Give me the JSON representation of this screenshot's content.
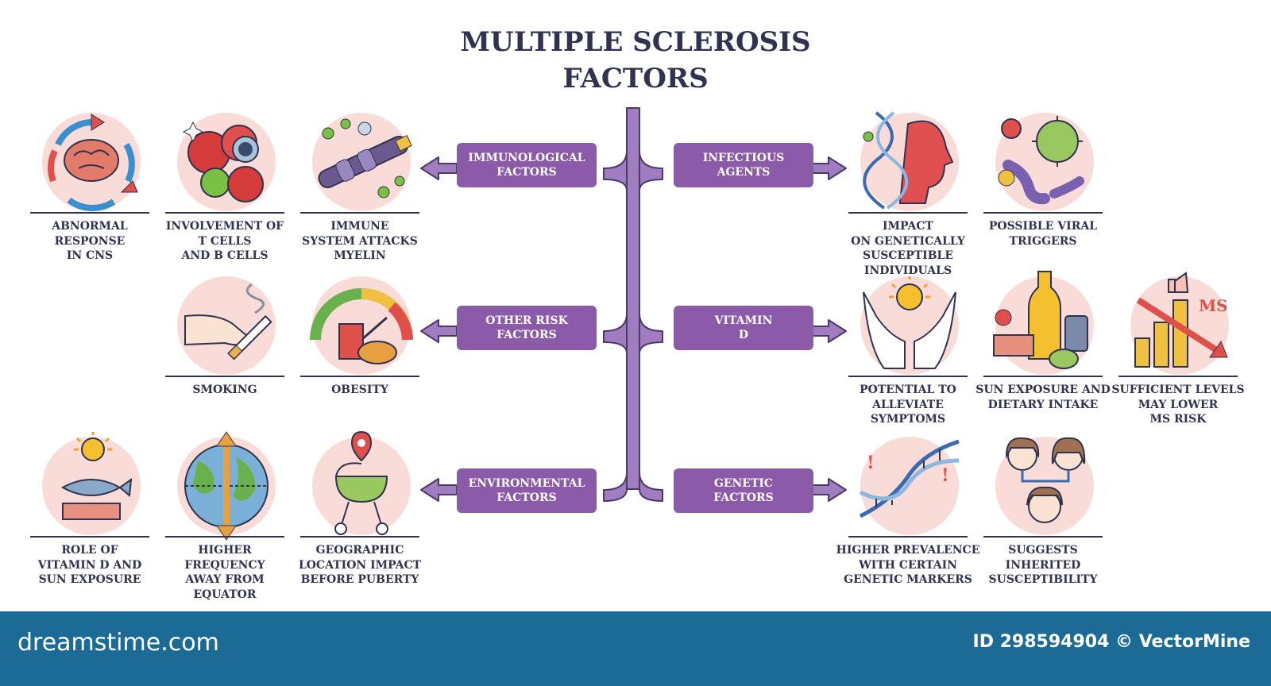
{
  "title": {
    "line1": "MULTIPLE SCLEROSIS",
    "line2": "FACTORS"
  },
  "categories": [
    {
      "key": "immunological",
      "label": "IMMUNOLOGICAL\nFACTORS"
    },
    {
      "key": "other",
      "label": "OTHER RISK\nFACTORS"
    },
    {
      "key": "environmental",
      "label": "ENVIRONMENTAL\nFACTORS"
    },
    {
      "key": "infectious",
      "label": "INFECTIOUS\nAGENTS"
    },
    {
      "key": "vitamin",
      "label": "VITAMIN\nD"
    },
    {
      "key": "genetic",
      "label": "GENETIC\nFACTORS"
    }
  ],
  "items": {
    "abnormal_response": {
      "label": "ABNORMAL\nRESPONSE\nIN CNS",
      "icon": "brain-cycle-icon"
    },
    "t_b_cells": {
      "label": "INVOLVEMENT OF\nT CELLS\nAND B CELLS",
      "icon": "blood-cells-icon"
    },
    "myelin": {
      "label": "IMMUNE\nSYSTEM ATTACKS\nMYELIN",
      "icon": "nerve-fiber-icon"
    },
    "smoking": {
      "label": "SMOKING",
      "icon": "cigarette-hand-icon"
    },
    "obesity": {
      "label": "OBESITY",
      "icon": "fast-food-gauge-icon"
    },
    "vitamin_sun": {
      "label": "ROLE OF\nVITAMIN D AND\nSUN EXPOSURE",
      "icon": "sun-fish-icon"
    },
    "equator": {
      "label": "HIGHER\nFREQUENCY\nAWAY FROM\nEQUATOR",
      "icon": "globe-arrows-icon"
    },
    "geographic": {
      "label": "GEOGRAPHIC\nLOCATION IMPACT\nBEFORE PUBERTY",
      "icon": "stroller-pin-icon"
    },
    "genetic_impact": {
      "label": "IMPACT\nON GENETICALLY\nSUSCEPTIBLE INDIVIDUALS",
      "icon": "dna-head-icon"
    },
    "viral": {
      "label": "POSSIBLE VIRAL\nTRIGGERS",
      "icon": "virus-icon"
    },
    "alleviate": {
      "label": "POTENTIAL TO\nALLEVIATE\nSYMPTOMS",
      "icon": "hands-sun-icon"
    },
    "dietary": {
      "label": "SUN EXPOSURE AND\nDIETARY INTAKE",
      "icon": "food-bottle-icon"
    },
    "lower_risk": {
      "label": "SUFFICIENT LEVELS\nMAY LOWER\nMS RISK",
      "icon": "declining-chart-icon",
      "chart_text": "MS"
    },
    "markers": {
      "label": "HIGHER PREVALENCE\nWITH CERTAIN\nGENETIC MARKERS",
      "icon": "dna-alert-icon"
    },
    "inherited": {
      "label": "SUGGESTS\nINHERITED\nSUSCEPTIBILITY",
      "icon": "family-icon"
    }
  },
  "footer": {
    "brand": "dreamstime.com",
    "credit": "ID 298594904 © VectorMine"
  },
  "colors": {
    "box": "#8b5aa8",
    "arrow": "#a07cc0",
    "arrow_stroke": "#4a3a66",
    "text": "#2f3350",
    "circle": "#f9dcd8",
    "footer": "#1c6a96"
  }
}
